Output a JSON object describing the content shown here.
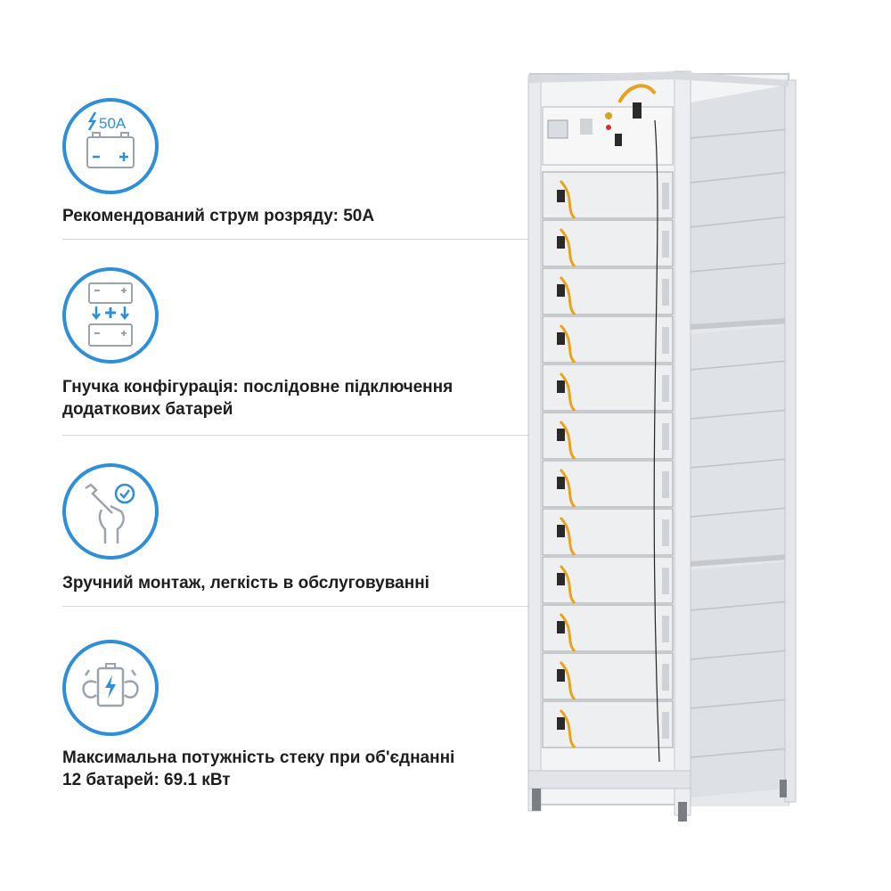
{
  "features": [
    {
      "icon": "battery-current-icon",
      "icon_label": "50A",
      "text": "Рекомендований струм розряду: 50А"
    },
    {
      "icon": "series-connection-icon",
      "text_line1": "Гнучка конфігурація: послідовне підключення",
      "text_line2": "додаткових батарей"
    },
    {
      "icon": "wrench-hand-check-icon",
      "text": "Зручний монтаж, легкість в обслуговуванні"
    },
    {
      "icon": "strong-battery-icon",
      "text_line1": "Максимальна потужність стеку при об'єднанні",
      "text_line2": "12 батарей: 69.1 кВт"
    }
  ],
  "colors": {
    "accent": "#2e8fd8",
    "text": "#1d1d1d",
    "divider": "#d6d6d6",
    "cable": "#e9a21b",
    "module": "#eeeff1"
  },
  "rack": {
    "module_count": 12
  }
}
